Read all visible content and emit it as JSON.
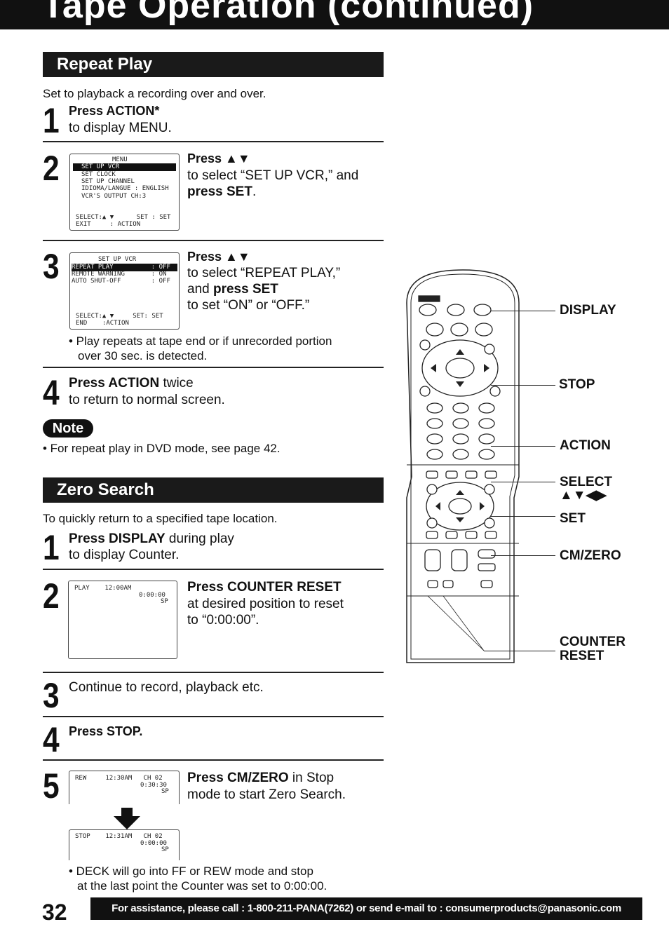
{
  "header": {
    "title": "Tape Operation (continued)"
  },
  "repeat_play": {
    "title": "Repeat Play",
    "intro": "Set to playback a recording over and over.",
    "step1": {
      "num": "1",
      "bold": "Press ACTION*",
      "text": "to display MENU."
    },
    "step2": {
      "num": "2",
      "bold1": "Press ▲▼",
      "text1": "to select “SET UP VCR,” and",
      "bold2": "press SET",
      "text2": ".",
      "menu": {
        "title": "MENU",
        "items": [
          "SET UP VCR",
          "SET CLOCK",
          "SET UP CHANNEL",
          "IDIOMA/LANGUE : ENGLISH",
          "VCR'S OUTPUT CH:3"
        ],
        "footer1": "SELECT:▲ ▼      SET : SET",
        "footer2": "EXIT     : ACTION"
      }
    },
    "step3": {
      "num": "3",
      "bold1": "Press ▲▼",
      "text1": "to select “REPEAT PLAY,”",
      "text2a": "and ",
      "bold2": "press SET",
      "text3": "to set “ON” or “OFF.”",
      "menu": {
        "title": "SET UP VCR",
        "items": [
          "REPEAT PLAY          : OFF",
          "REMOTE WARNING       : ON",
          "AUTO SHUT-OFF        : OFF"
        ],
        "footer1": "SELECT:▲ ▼     SET: SET",
        "footer2": "END    :ACTION"
      },
      "bullet1": "• Play repeats at tape end or if unrecorded portion",
      "bullet2": "over 30 sec. is detected."
    },
    "step4": {
      "num": "4",
      "bold": "Press ACTION",
      "text1": " twice",
      "text2": "to return to normal screen."
    },
    "note_label": "Note",
    "note_text": "• For repeat play in DVD mode, see page 42."
  },
  "zero_search": {
    "title": "Zero Search",
    "intro": "To quickly return to a specified tape location.",
    "step1": {
      "num": "1",
      "bold": "Press DISPLAY",
      "text1": " during play",
      "text2": "to display Counter."
    },
    "step2": {
      "num": "2",
      "bold": "Press COUNTER RESET",
      "text1": "at desired position to reset",
      "text2": "to “0:00:00”.",
      "screen": {
        "line1": "PLAY    12:00AM",
        "line2": "0:00:00",
        "line3": "SP"
      }
    },
    "step3": {
      "num": "3",
      "text": "Continue to record, playback etc."
    },
    "step4": {
      "num": "4",
      "bold": "Press STOP."
    },
    "step5": {
      "num": "5",
      "bold": "Press CM/ZERO",
      "text1": " in Stop",
      "text2": "mode to start Zero Search.",
      "screen1": {
        "line1": "REW     12:30AM   CH 02",
        "line2": "0:30:30",
        "line3": "SP"
      },
      "screen2": {
        "line1": "STOP    12:31AM   CH 02",
        "line2": "0:00:00",
        "line3": "SP"
      },
      "bullet1": "• DECK will go into FF or REW mode and stop",
      "bullet2": "at the last point the Counter was set to 0:00:00."
    }
  },
  "remote_labels": {
    "display": "DISPLAY",
    "stop": "STOP",
    "action": "ACTION",
    "select": "SELECT",
    "select_arrows": "▲▼◀▶",
    "set": "SET",
    "cmzero": "CM/ZERO",
    "counter": "COUNTER",
    "reset": "RESET"
  },
  "footer": {
    "page_number": "32",
    "assistance": "For assistance, please call : 1-800-211-PANA(7262) or send e-mail to : consumerproducts@panasonic.com"
  }
}
